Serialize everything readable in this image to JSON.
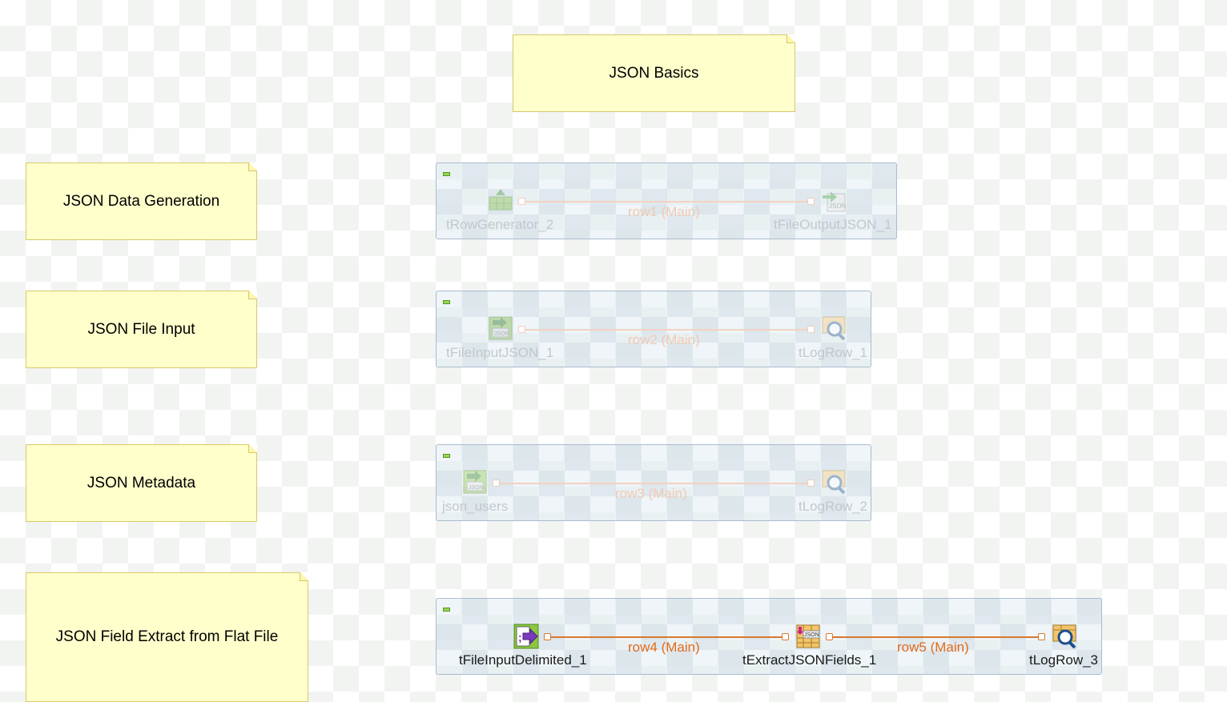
{
  "notes": {
    "title": "JSON Basics",
    "data_generation": "JSON Data Generation",
    "file_input": "JSON File Input",
    "metadata": "JSON Metadata",
    "field_extract": "JSON Field Extract from Flat File"
  },
  "job1": {
    "source": "tRowGenerator_2",
    "target": "tFileOutputJSON_1",
    "link": "row1 (Main)",
    "source_icon": "row-generator-icon",
    "target_icon": "json-file-output-icon",
    "state": "deactivated"
  },
  "job2": {
    "source": "tFileInputJSON_1",
    "target": "tLogRow_1",
    "link": "row2 (Main)",
    "source_icon": "json-file-input-icon",
    "target_icon": "log-row-icon",
    "state": "deactivated"
  },
  "job3": {
    "source": "json_users",
    "target": "tLogRow_2",
    "link": "row3 (Main)",
    "source_icon": "json-file-input-icon",
    "target_icon": "log-row-icon",
    "state": "deactivated"
  },
  "job4": {
    "source": "tFileInputDelimited_1",
    "middle": "tExtractJSONFields_1",
    "target": "tLogRow_3",
    "link1": "row4 (Main)",
    "link2": "row5 (Main)",
    "source_icon": "delimited-file-input-icon",
    "middle_icon": "extract-json-fields-icon",
    "target_icon": "log-row-icon",
    "state": "active"
  },
  "colors": {
    "note_bg": "#ffffcc",
    "link_active": "#d9772e",
    "label_link": "#e06b1c",
    "subjob_border": "#a9bcd0"
  }
}
